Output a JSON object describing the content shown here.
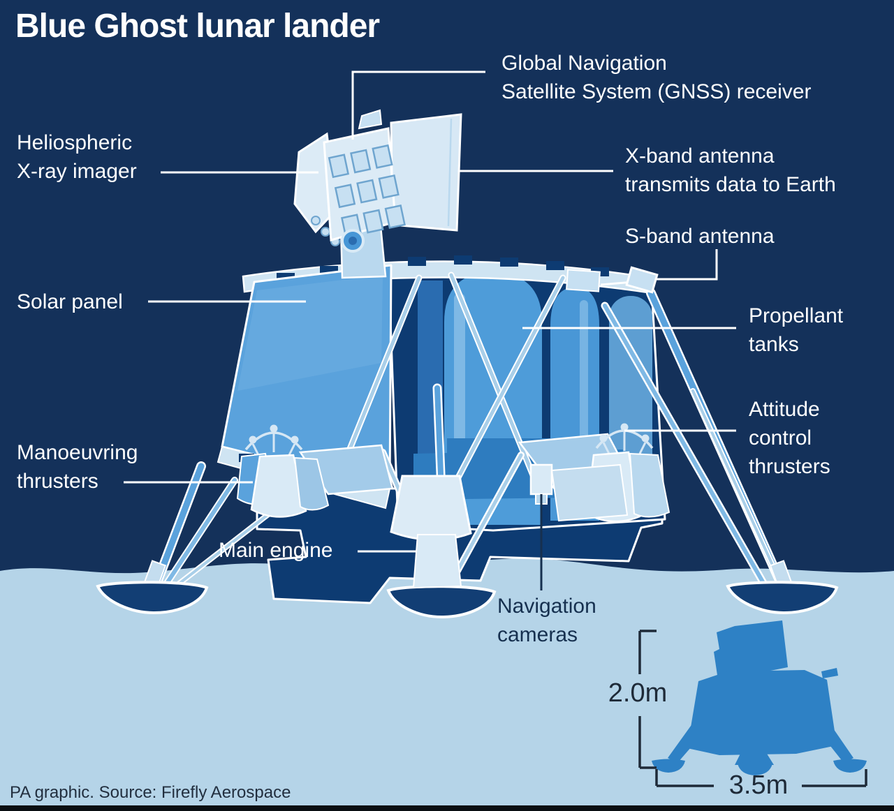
{
  "title": "Blue Ghost lunar lander",
  "labels": {
    "gnss": {
      "line1": "Global Navigation",
      "line2": "Satellite System (GNSS) receiver"
    },
    "heliospheric": {
      "line1": "Heliospheric",
      "line2": "X-ray imager"
    },
    "xband": {
      "line1": "X-band antenna",
      "line2": "transmits data to Earth"
    },
    "sband": {
      "line1": "S-band antenna"
    },
    "solar_panel": {
      "line1": "Solar panel"
    },
    "propellant": {
      "line1": "Propellant",
      "line2": "tanks"
    },
    "attitude": {
      "line1": "Attitude",
      "line2": "control",
      "line3": "thrusters"
    },
    "manoeuvring": {
      "line1": "Manoeuvring",
      "line2": "thrusters"
    },
    "main_engine": {
      "line1": "Main engine"
    },
    "nav_cameras": {
      "line1": "Navigation",
      "line2": "cameras"
    }
  },
  "dimensions": {
    "height": "2.0m",
    "width": "3.5m"
  },
  "footer": {
    "credit": "PA graphic. Source: Firefly Aerospace"
  },
  "colors": {
    "sky": "#14315A",
    "lunar_surface": "#B5D4E8",
    "lander_dark_interior": "#0D3B72",
    "lander_mid_blue": "#4E9CD9",
    "lander_light_blue": "#A9CFE9",
    "lander_pale": "#D9EAF6",
    "silhouette_blue": "#2E81C5",
    "label_light": "#FFFFFF",
    "label_dark": "#16304F",
    "dimension_text": "#1E2A38"
  }
}
